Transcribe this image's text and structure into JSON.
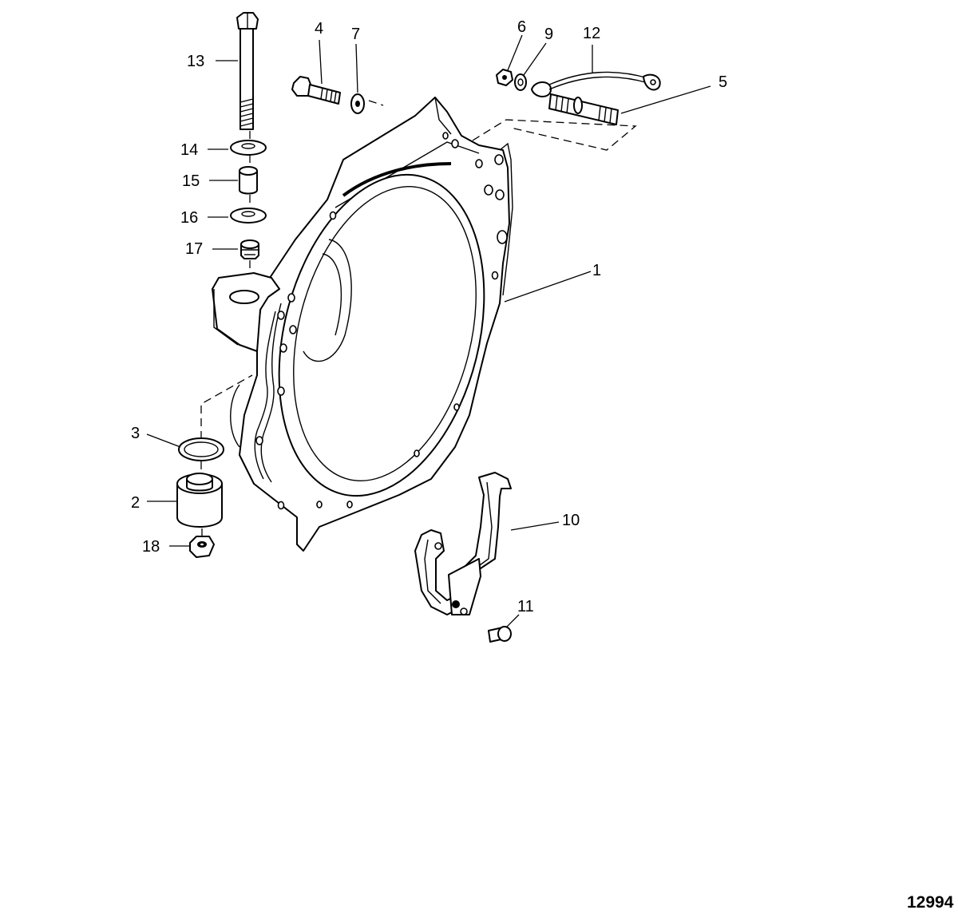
{
  "diagram": {
    "figure_number": "12994",
    "callouts": {
      "c1": "1",
      "c2": "2",
      "c3": "3",
      "c4": "4",
      "c5": "5",
      "c6": "6",
      "c7": "7",
      "c9": "9",
      "c10": "10",
      "c11": "11",
      "c12": "12",
      "c13": "13",
      "c14": "14",
      "c15": "15",
      "c16": "16",
      "c17": "17",
      "c18": "18"
    }
  }
}
